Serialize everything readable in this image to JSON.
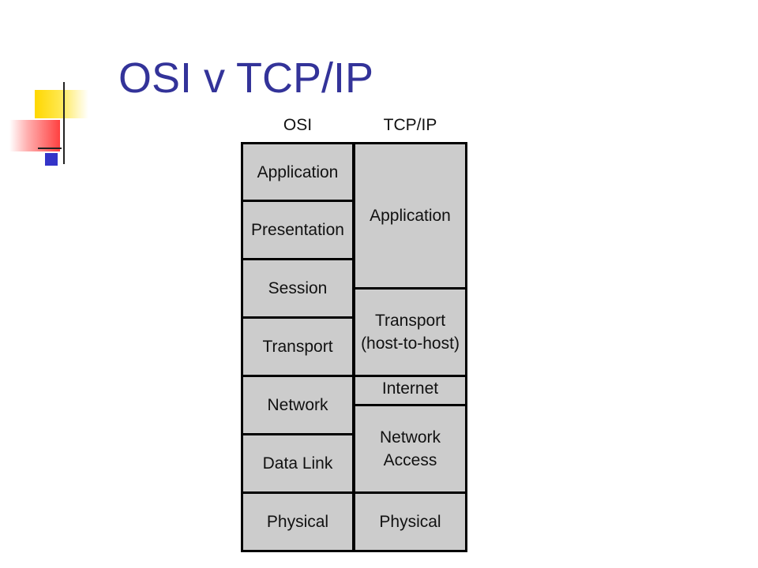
{
  "slide": {
    "title": "OSI v TCP/IP"
  },
  "diagram": {
    "osi_header": "OSI",
    "tcpip_header": "TCP/IP",
    "osi_layers": [
      "Application",
      "Presentation",
      "Session",
      "Transport",
      "Network",
      "Data Link",
      "Physical"
    ],
    "tcpip_layers": [
      "Application",
      "Transport\n(host-to-host)",
      "Internet",
      "Network\nAccess",
      "Physical"
    ]
  },
  "colors": {
    "title": "#333399",
    "cell_fill": "#cccccc",
    "border": "#000000"
  }
}
